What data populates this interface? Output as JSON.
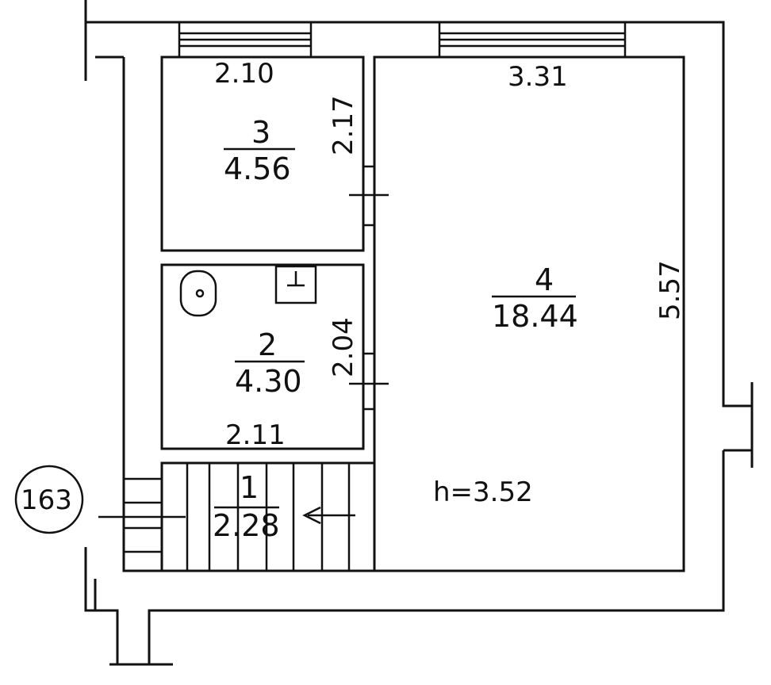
{
  "plan": {
    "building_marker": "163",
    "ceiling_height": "h=3.52",
    "rooms": [
      {
        "number": "1",
        "area": "2.28"
      },
      {
        "number": "2",
        "area": "4.30",
        "dim_height": "2.04",
        "dim_width": "2.11"
      },
      {
        "number": "3",
        "area": "4.56",
        "dim_width": "2.10",
        "dim_height": "2.17"
      },
      {
        "number": "4",
        "area": "18.44",
        "dim_width": "3.31",
        "dim_height": "5.57"
      }
    ]
  },
  "fixtures": [
    "toilet-icon",
    "sink-icon"
  ],
  "colors": {
    "ink": "#111111",
    "paper": "#ffffff"
  }
}
